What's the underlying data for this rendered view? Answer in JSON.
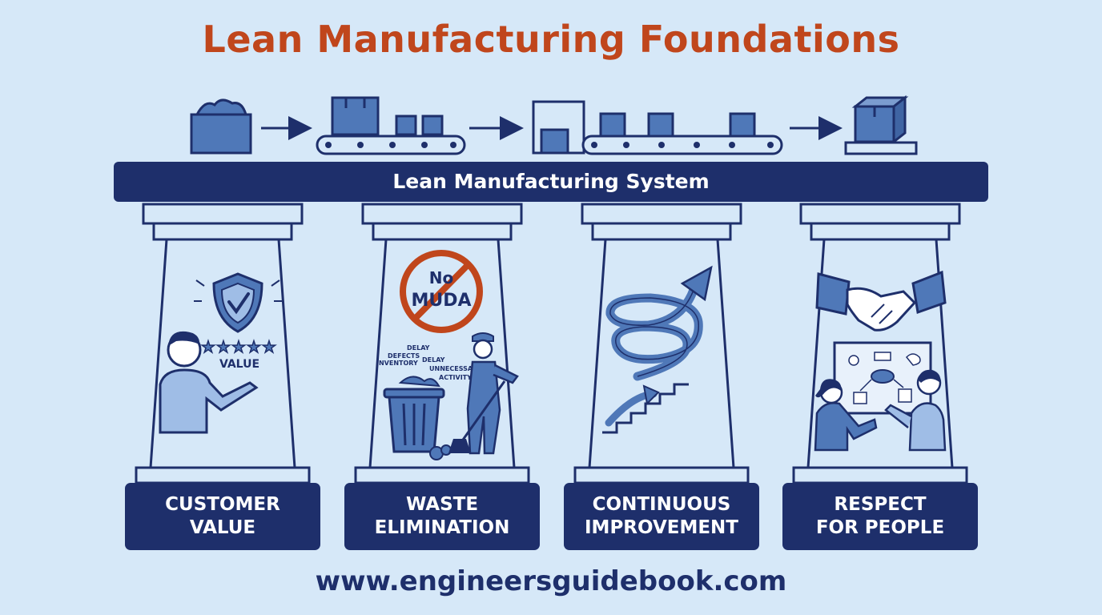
{
  "title": "Lean Manufacturing Foundations",
  "beam_label": "Lean Manufacturing System",
  "pillars": [
    {
      "label": "CUSTOMER\nVALUE",
      "badge_text": "VALUE",
      "rating_stars": 5
    },
    {
      "label": "WASTE\nELIMINATION",
      "sign_text_1": "No",
      "sign_text_2": "MUDA",
      "waste_words": [
        "DELAY",
        "DEFECTS",
        "INVENTORY",
        "DELAY",
        "UNNECESSARY",
        "ACTIVITY"
      ]
    },
    {
      "label": "CONTINUOUS\nIMPROVEMENT"
    },
    {
      "label": "RESPECT\nFOR PEOPLE"
    }
  ],
  "footer": "www.engineersguidebook.com",
  "colors": {
    "title": "#c0461c",
    "navy": "#1e2f6b",
    "accent_blue": "#4f78b8",
    "background": "#d6e8f8"
  }
}
